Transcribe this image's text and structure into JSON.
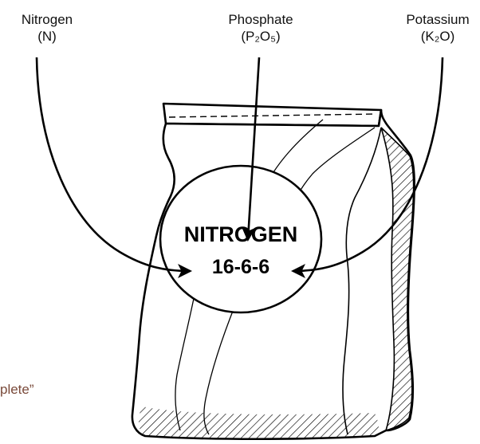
{
  "labels": {
    "nitrogen": {
      "name": "Nitrogen",
      "formula": "(N)"
    },
    "phosphate": {
      "name": "Phosphate",
      "formula": "(P₂O₅)"
    },
    "potassium": {
      "name": "Potassium",
      "formula": "(K₂O)"
    }
  },
  "bag": {
    "product_name": "NITROGEN",
    "grade": "16-6-6"
  },
  "caption": "plete”"
}
